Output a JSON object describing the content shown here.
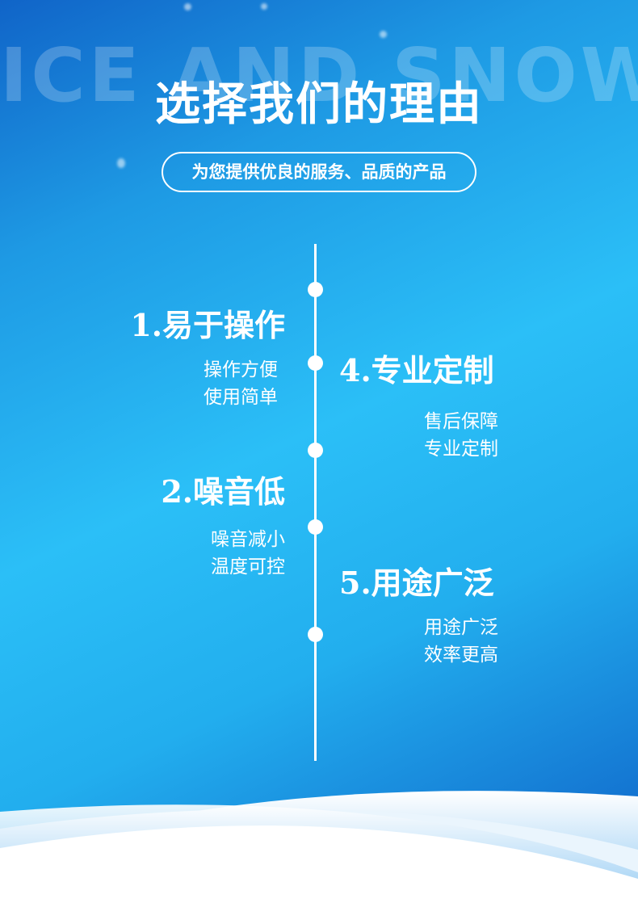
{
  "background_text": "ICE AND SNOW",
  "title": "选择我们的理由",
  "subtitle": "为您提供优良的服务、品质的产品",
  "colors": {
    "accent_dark": "#1064c8",
    "accent_light": "#2bbff7"
  },
  "items": [
    {
      "heading": "1.易于操作",
      "lines": [
        "操作方便",
        "使用简单"
      ]
    },
    {
      "heading": "2.噪音低",
      "lines": [
        "噪音减小",
        "温度可控"
      ]
    },
    {
      "heading": "4.专业定制",
      "lines": [
        "售后保障",
        "专业定制"
      ]
    },
    {
      "heading": "5.用途广泛",
      "lines": [
        "用途广泛",
        "效率更高"
      ]
    }
  ]
}
